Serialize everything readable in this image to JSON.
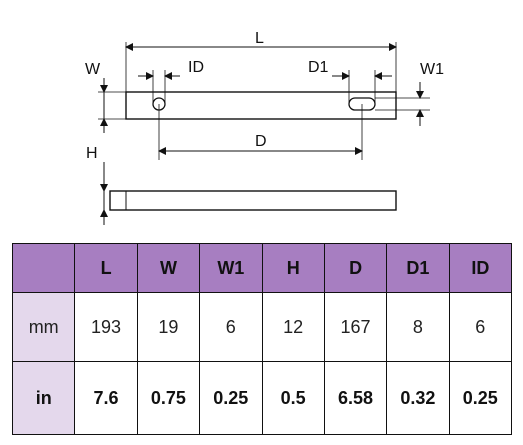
{
  "diagram": {
    "top_view_labels": {
      "L": "L",
      "W": "W",
      "ID": "ID",
      "D1": "D1",
      "W1": "W1",
      "D": "D"
    },
    "side_view_labels": {
      "H": "H"
    }
  },
  "table": {
    "columns": [
      "L",
      "W",
      "W1",
      "H",
      "D",
      "D1",
      "ID"
    ],
    "rows": [
      {
        "unit": "mm",
        "values": [
          "193",
          "19",
          "6",
          "12",
          "167",
          "8",
          "6"
        ]
      },
      {
        "unit": "in",
        "values": [
          "7.6",
          "0.75",
          "0.25",
          "0.5",
          "6.58",
          "0.32",
          "0.25"
        ]
      }
    ]
  }
}
